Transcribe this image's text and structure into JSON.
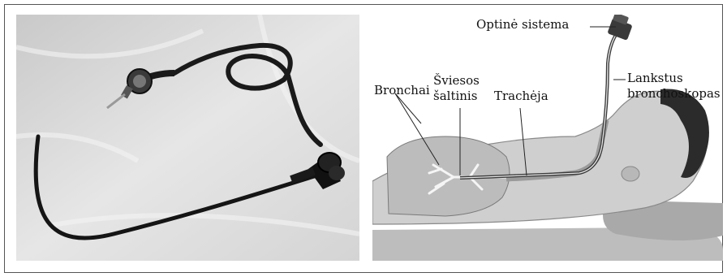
{
  "figure": {
    "labels": {
      "optical_system": "Optinė sistema",
      "flexible_bronchoscope_line1": "Lankstus",
      "flexible_bronchoscope_line2": "bronchoskopas",
      "bronchi": "Bronchai",
      "light_source_line1": "Šviesos",
      "light_source_line2": "šaltinis",
      "trachea": "Trachėja"
    }
  }
}
